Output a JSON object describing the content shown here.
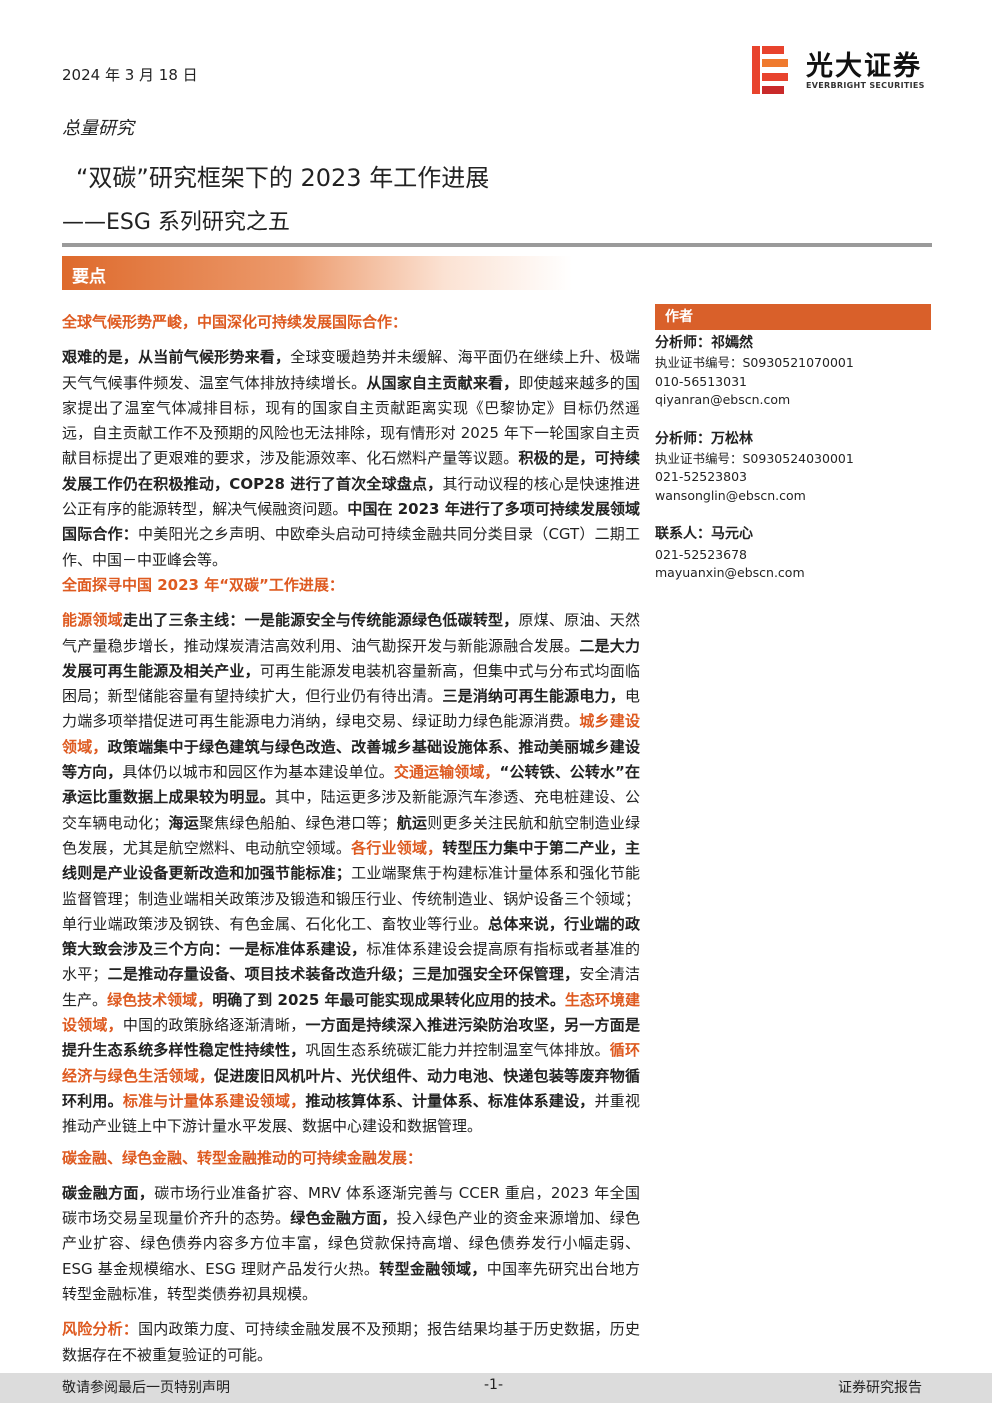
{
  "header": {
    "date": "2024 年 3 月 18 日",
    "brand_cn": "光大证券",
    "brand_en": "EVERBRIGHT SECURITIES",
    "category": "总量研究"
  },
  "title": "“双碳”研究框架下的 2023 年工作进展",
  "subtitle": "——ESG 系列研究之五",
  "colors": {
    "accent": "#de5a20",
    "bar": "#d9602a",
    "rule": "#9a9a9a"
  },
  "summary": {
    "label": "要点",
    "h1": "全球气候形势严峻，中国深化可持续发展国际合作：",
    "p1": [
      {
        "t": "艰难的是，从当前气候形势来看，",
        "s": "b"
      },
      {
        "t": "全球变暖趋势并未缓解、海平面仍在继续上升、极端天气气候事件频发、温室气体排放持续增长。",
        "s": ""
      },
      {
        "t": "从国家自主贡献来看，",
        "s": "b"
      },
      {
        "t": "即使越来越多的国家提出了温室气体减排目标，现有的国家自主贡献距离实现《巴黎协定》目标仍然遥远，自主贡献工作不及预期的风险也无法排除，现有情形对 2025 年下一轮国家自主贡献目标提出了更艰难的要求，涉及能源效率、化石燃料产量等议题。",
        "s": ""
      },
      {
        "t": "积极的是，可持续发展工作仍在积极推动，COP28 进行了首次全球盘点，",
        "s": "b"
      },
      {
        "t": "其行动议程的核心是快速推进公正有序的能源转型，解决气候融资问题。",
        "s": ""
      },
      {
        "t": "中国在 2023 年进行了多项可持续发展领域国际合作：",
        "s": "b"
      },
      {
        "t": "中美阳光之乡声明、中欧牵头启动可持续金融共同分类目录（CGT）二期工作、中国－中亚峰会等。",
        "s": ""
      }
    ],
    "h2": "全面探寻中国 2023 年“双碳”工作进展：",
    "p2": [
      {
        "t": "能源领域",
        "s": "o"
      },
      {
        "t": "走出了三条主线：一是能源安全与传统能源绿色低碳转型，",
        "s": "b"
      },
      {
        "t": "原煤、原油、天然气产量稳步增长，推动煤炭清洁高效利用、油气勘探开发与新能源融合发展。",
        "s": ""
      },
      {
        "t": "二是大力发展可再生能源及相关产业，",
        "s": "b"
      },
      {
        "t": "可再生能源发电装机容量新高，但集中式与分布式均面临困局；新型储能容量有望持续扩大，但行业仍有待出清。",
        "s": ""
      },
      {
        "t": "三是消纳可再生能源电力，",
        "s": "b"
      },
      {
        "t": "电力端多项举措促进可再生能源电力消纳，绿电交易、绿证助力绿色能源消费。",
        "s": ""
      },
      {
        "t": "城乡建设领域，",
        "s": "o"
      },
      {
        "t": "政策端集中于绿色建筑与绿色改造、改善城乡基础设施体系、推动美丽城乡建设等方向，",
        "s": "b"
      },
      {
        "t": "具体仍以城市和园区作为基本建设单位。",
        "s": ""
      },
      {
        "t": "交通运输领域，",
        "s": "o"
      },
      {
        "t": "“公转铁、公转水”在承运比重数据上成果较为明显。",
        "s": "b"
      },
      {
        "t": "其中，陆运更多涉及新能源汽车渗透、充电桩建设、公交车辆电动化；",
        "s": ""
      },
      {
        "t": "海运",
        "s": "b"
      },
      {
        "t": "聚焦绿色船舶、绿色港口等；",
        "s": ""
      },
      {
        "t": "航运",
        "s": "b"
      },
      {
        "t": "则更多关注民航和航空制造业绿色发展，尤其是航空燃料、电动航空领域。",
        "s": ""
      },
      {
        "t": "各行业领域，",
        "s": "o"
      },
      {
        "t": "转型压力集中于第二产业，主线则是产业设备更新改造和加强节能标准；",
        "s": "b"
      },
      {
        "t": "工业端聚焦于构建标准计量体系和强化节能监督管理；制造业端相关政策涉及锻造和锻压行业、传统制造业、锅炉设备三个领域；单行业端政策涉及钢铁、有色金属、石化化工、畜牧业等行业。",
        "s": ""
      },
      {
        "t": "总体来说，行业端的政策大致会涉及三个方向：一是标准体系建设，",
        "s": "b"
      },
      {
        "t": "标准体系建设会提高原有指标或者基准的水平；",
        "s": ""
      },
      {
        "t": "二是推动存量设备、项目技术装备改造升级；三是加强安全环保管理，",
        "s": "b"
      },
      {
        "t": "安全清洁生产。",
        "s": ""
      },
      {
        "t": "绿色技术领域，",
        "s": "o"
      },
      {
        "t": "明确了到 2025 年最可能实现成果转化应用的技术。",
        "s": "b"
      },
      {
        "t": "生态环境建设领域，",
        "s": "o"
      },
      {
        "t": "中国的政策脉络逐渐清晰，",
        "s": ""
      },
      {
        "t": "一方面是持续深入推进污染防治攻坚，另一方面是提升生态系统多样性稳定性持续性，",
        "s": "b"
      },
      {
        "t": "巩固生态系统碳汇能力并控制温室气体排放。",
        "s": ""
      },
      {
        "t": "循环经济与绿色生活领域，",
        "s": "o"
      },
      {
        "t": "促进废旧风机叶片、光伏组件、动力电池、快递包装等废弃物循环利用。",
        "s": "b"
      },
      {
        "t": "标准与计量体系建设领域，",
        "s": "o"
      },
      {
        "t": "推动核算体系、计量体系、标准体系建设，",
        "s": "b"
      },
      {
        "t": "并重视推动产业链上中下游计量水平发展、数据中心建设和数据管理。",
        "s": ""
      }
    ],
    "h3": "碳金融、绿色金融、转型金融推动的可持续金融发展：",
    "p3": [
      {
        "t": "碳金融方面，",
        "s": "b"
      },
      {
        "t": "碳市场行业准备扩容、MRV 体系逐渐完善与 CCER 重启，2023 年全国碳市场交易呈现量价齐升的态势。",
        "s": ""
      },
      {
        "t": "绿色金融方面，",
        "s": "b"
      },
      {
        "t": "投入绿色产业的资金来源增加、绿色产业扩容、绿色债券内容多方位丰富，绿色贷款保持高增、绿色债券发行小幅走弱、ESG 基金规模缩水、ESG 理财产品发行火热。",
        "s": ""
      },
      {
        "t": "转型金融领域，",
        "s": "b"
      },
      {
        "t": "中国率先研究出台地方转型金融标准，转型类债券初具规模。",
        "s": ""
      }
    ],
    "p4": [
      {
        "t": "风险分析：",
        "s": "o"
      },
      {
        "t": "国内政策力度、可持续金融发展不及预期；报告结果均基于历史数据，历史数据存在不被重复验证的可能。",
        "s": ""
      }
    ]
  },
  "sidebar": {
    "heading": "作者",
    "authors": [
      {
        "name": "分析师：祁嫣然",
        "cert": "执业证书编号：S0930521070001",
        "phone": "010-56513031",
        "email": "qiyanran@ebscn.com"
      },
      {
        "name": "分析师：万松林",
        "cert": "执业证书编号：S0930524030001",
        "phone": "021-52523803",
        "email": "wansonglin@ebscn.com"
      }
    ],
    "contact": {
      "name": "联系人：马元心",
      "phone": "021-52523678",
      "email": "mayuanxin@ebscn.com"
    }
  },
  "footer": {
    "left": "敬请参阅最后一页特别声明",
    "page": "-1-",
    "right": "证券研究报告"
  }
}
